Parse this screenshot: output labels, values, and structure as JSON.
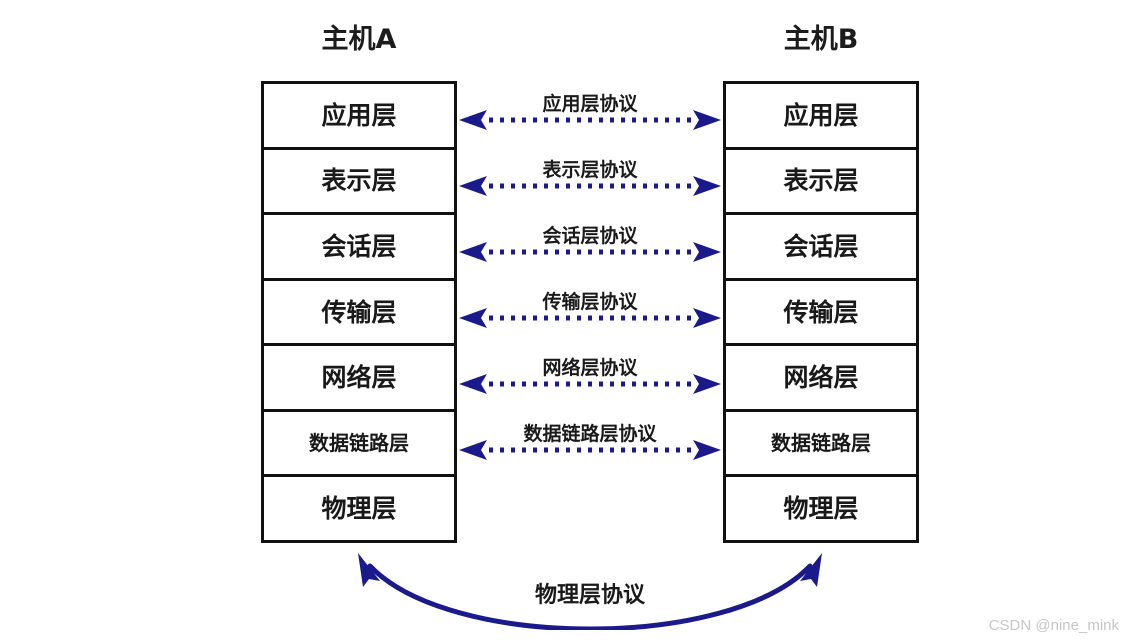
{
  "diagram": {
    "title": "OSI 七层模型 主机A 与 主机B 对等层协议通信图",
    "accent_color": "#1a1a8c",
    "box_border_color": "#111111",
    "background_color": "#ffffff",
    "watermark": "CSDN @nine_mink"
  },
  "hosts": {
    "left": {
      "title": "主机A"
    },
    "right": {
      "title": "主机B"
    }
  },
  "layers": [
    {
      "name": "应用层",
      "size": "normal"
    },
    {
      "name": "表示层",
      "size": "normal"
    },
    {
      "name": "会话层",
      "size": "normal"
    },
    {
      "name": "传输层",
      "size": "normal"
    },
    {
      "name": "网络层",
      "size": "normal"
    },
    {
      "name": "数据链路层",
      "size": "small"
    },
    {
      "name": "物理层",
      "size": "normal"
    }
  ],
  "protocols": [
    {
      "label": "应用层协议",
      "direction": "bidirectional",
      "style": "dotted"
    },
    {
      "label": "表示层协议",
      "direction": "bidirectional",
      "style": "dotted"
    },
    {
      "label": "会话层协议",
      "direction": "bidirectional",
      "style": "dotted"
    },
    {
      "label": "传输层协议",
      "direction": "bidirectional",
      "style": "dotted"
    },
    {
      "label": "网络层协议",
      "direction": "bidirectional",
      "style": "dotted"
    },
    {
      "label": "数据链路层协议",
      "direction": "bidirectional",
      "style": "dotted"
    }
  ],
  "physical_protocol": {
    "label": "物理层协议",
    "direction": "bidirectional",
    "style": "solid-curved"
  }
}
